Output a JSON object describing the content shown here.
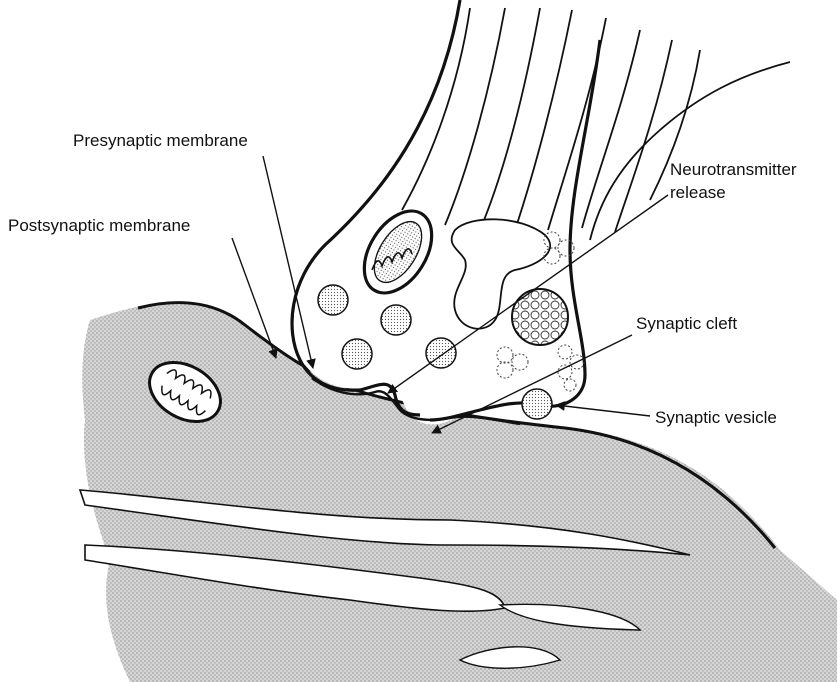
{
  "labels": {
    "presynaptic": "Presynaptic membrane",
    "postsynaptic": "Postsynaptic membrane",
    "neurotransmitter_line1": "Neurotransmitter",
    "neurotransmitter_line2": "release",
    "synaptic_cleft": "Synaptic cleft",
    "synaptic_vesicle": "Synaptic vesicle"
  },
  "colors": {
    "ink": "#111111",
    "postsynaptic_shade": "#c8c8c8",
    "background": "#ffffff"
  }
}
